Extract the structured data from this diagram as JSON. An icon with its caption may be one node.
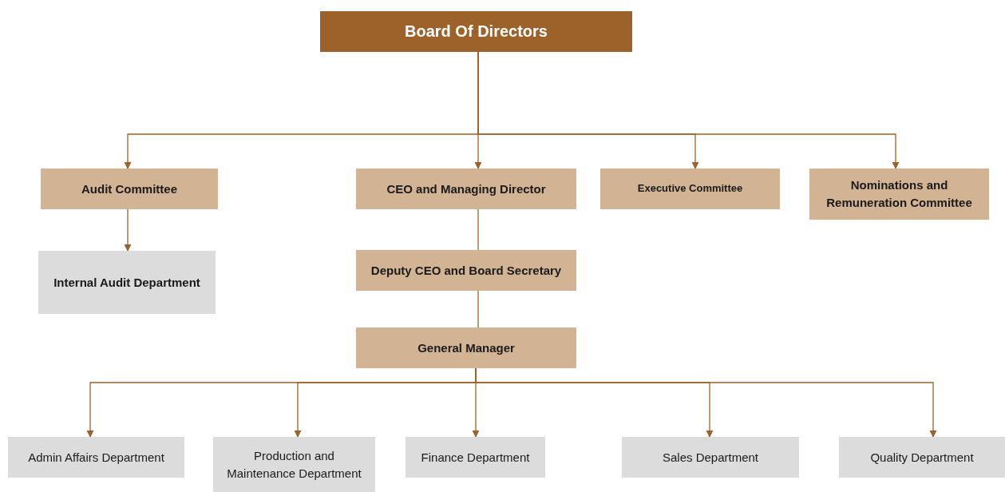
{
  "diagram": {
    "nodes": [
      {
        "text": [
          "Board Of Directors"
        ]
      },
      {
        "text": [
          "Audit Committee"
        ]
      },
      {
        "text": [
          "CEO and Managing Director"
        ]
      },
      {
        "text": [
          "Executive Committee"
        ]
      },
      {
        "text": [
          "Nominations and Remuneration Committee"
        ]
      },
      {
        "text": [
          "Internal Audit Department"
        ]
      },
      {
        "text": [
          "Deputy CEO and Board Secretary"
        ]
      },
      {
        "text": [
          "General Manager"
        ]
      },
      {
        "text": [
          "Admin Affairs Department"
        ]
      },
      {
        "text": [
          "Production and Maintenance Department"
        ]
      },
      {
        "text": [
          "Finance Department"
        ]
      },
      {
        "text": [
          "Sales Department"
        ]
      },
      {
        "text": [
          "Quality Department"
        ]
      }
    ],
    "edges": [
      {
        "from": 0,
        "to": 1,
        "arrow": "to"
      },
      {
        "from": 0,
        "to": 2,
        "arrow": "to"
      },
      {
        "from": 0,
        "to": 3,
        "arrow": "to"
      },
      {
        "from": 0,
        "to": 4,
        "arrow": "to"
      },
      {
        "from": 1,
        "to": 5,
        "arrow": "to"
      },
      {
        "from": 2,
        "to": 6,
        "arrow": "none"
      },
      {
        "from": 6,
        "to": 7,
        "arrow": "none"
      },
      {
        "from": 7,
        "to": 8,
        "arrow": "to"
      },
      {
        "from": 7,
        "to": 9,
        "arrow": "to"
      },
      {
        "from": 7,
        "to": 10,
        "arrow": "to"
      },
      {
        "from": 7,
        "to": 11,
        "arrow": "to"
      },
      {
        "from": 7,
        "to": 12,
        "arrow": "to"
      }
    ]
  }
}
